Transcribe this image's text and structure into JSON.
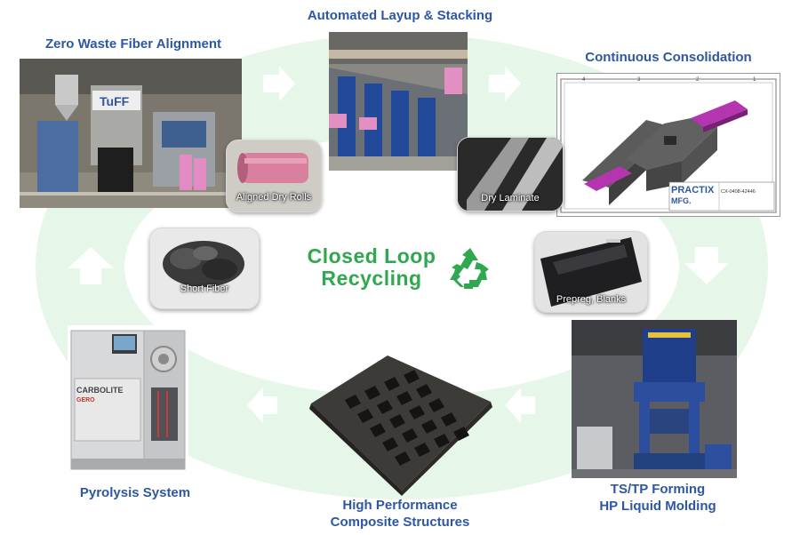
{
  "colors": {
    "title_blue": "#2e57a3",
    "ring_green": "#e6f7ea",
    "arrow_fill": "#ffffff",
    "recycle_green": "#2fa84f"
  },
  "center": {
    "line1": "Closed Loop",
    "line2": "Recycling",
    "icon": "recycle-icon"
  },
  "stages": {
    "fiber_alignment": {
      "title": "Zero Waste Fiber Alignment",
      "sign": "TuFF"
    },
    "layup": {
      "title": "Automated Layup & Stacking"
    },
    "consolidation": {
      "title": "Continuous Consolidation",
      "drawing": {
        "brand_line1": "PRACTIX",
        "brand_line2": "MFG.",
        "part_no": "CX-0408-42446",
        "grid_numbers": [
          "4",
          "3",
          "2",
          "1"
        ]
      }
    },
    "forming": {
      "title_line1": "TS/TP Forming",
      "title_line2": "HP Liquid Molding"
    },
    "composite": {
      "title_line1": "High Performance",
      "title_line2": "Composite Structures"
    },
    "pyrolysis": {
      "title": "Pyrolysis System",
      "brand": "CARBOLITE",
      "brand_sub": "GERO"
    }
  },
  "insets": {
    "aligned_dry_rolls": "Aligned Dry Rolls",
    "dry_laminate": "Dry Laminate",
    "short_fiber": "Short Fiber",
    "prepreg_blanks": "Prepreg, Blanks"
  },
  "arrows": [
    "arrow-right-icon",
    "arrow-right-icon",
    "arrow-down-icon",
    "arrow-left-icon",
    "arrow-left-icon",
    "arrow-up-icon"
  ]
}
